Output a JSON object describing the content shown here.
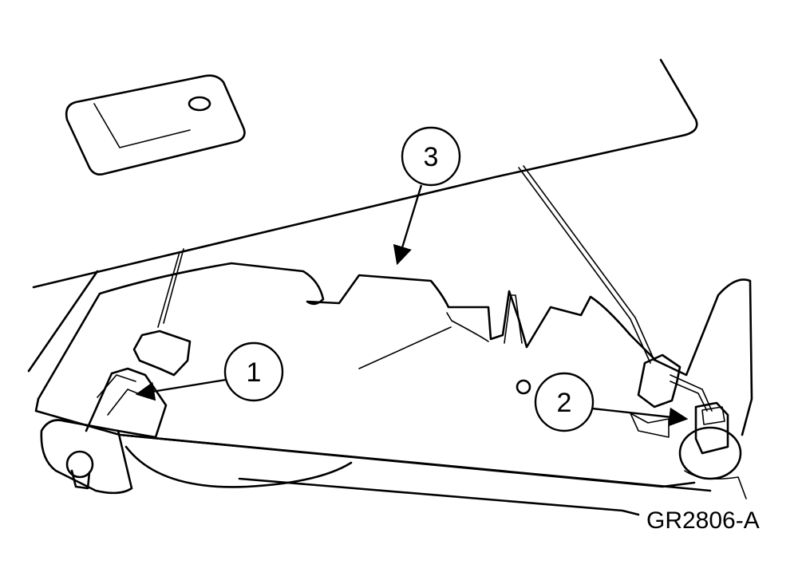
{
  "callouts": [
    {
      "id": "1",
      "label": "1"
    },
    {
      "id": "2",
      "label": "2"
    },
    {
      "id": "3",
      "label": "3"
    }
  ],
  "figure_code": "GR2806-A",
  "colors": {
    "line": "#000000",
    "background": "#ffffff"
  }
}
